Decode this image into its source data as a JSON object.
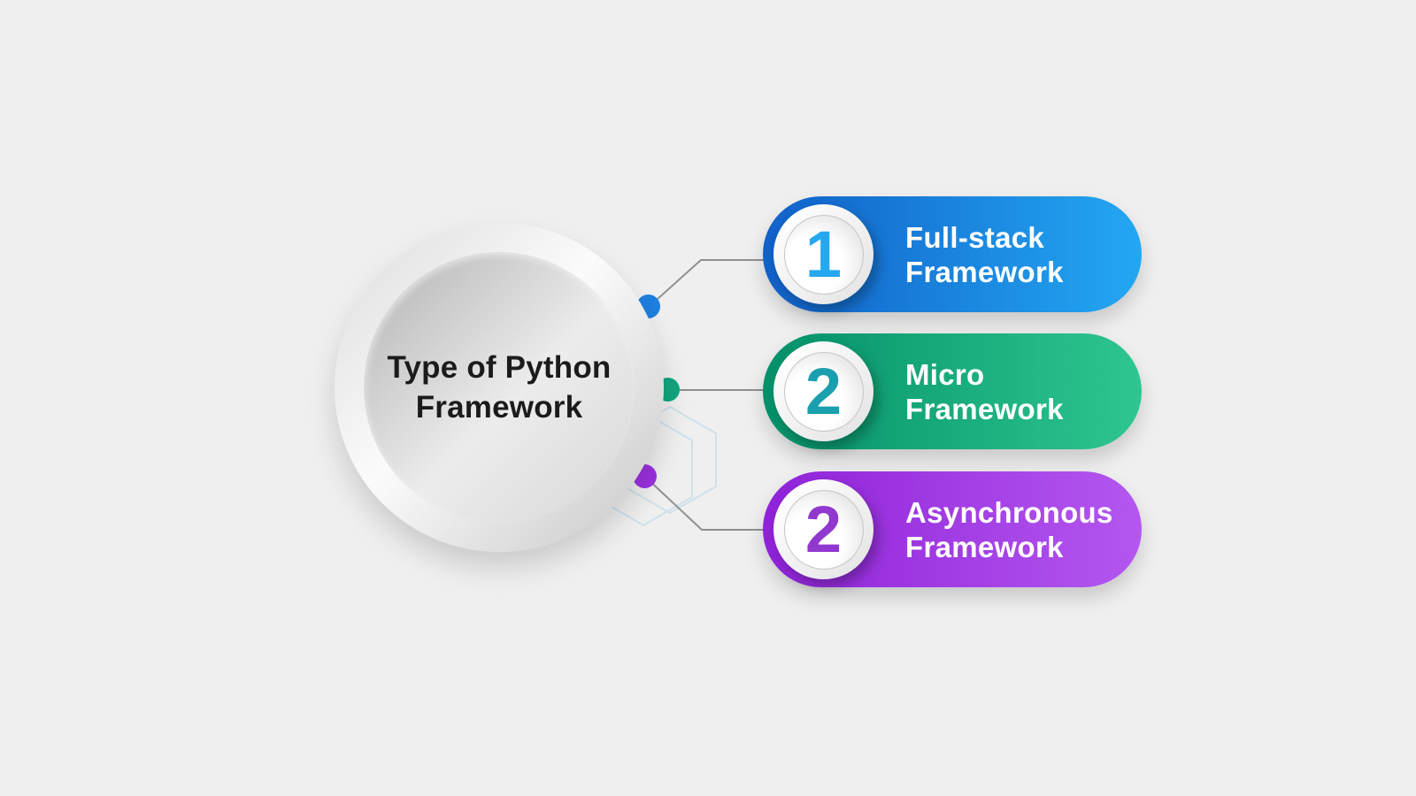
{
  "theme_css": {
    "--bg": "#efefef",
    "--title-color": "#1b1b1b",
    "--connector": "#8f8f8f",
    "--hex": "#cfe0ea",
    "--pill-text": "#ffffff"
  },
  "center": {
    "title_lines": [
      "Type of Python",
      "Framework"
    ]
  },
  "items": [
    {
      "number": "1",
      "label": [
        "Full-stack",
        "Framework"
      ],
      "css": {
        "--grad-start": "#1160c8",
        "--grad-end": "#23a7f2",
        "--num-color": "#25a8ef"
      },
      "dot_css": {
        "--dot-color": "#1e7fe0"
      }
    },
    {
      "number": "2",
      "label": [
        "Micro",
        "Framework"
      ],
      "css": {
        "--grad-start": "#049069",
        "--grad-end": "#2ec690",
        "--num-color": "#1b9fae"
      },
      "dot_css": {
        "--dot-color": "#12a57d"
      }
    },
    {
      "number": "2",
      "label": [
        "Asynchronous",
        "Framework"
      ],
      "css": {
        "--grad-start": "#8f22d9",
        "--grad-end": "#b457ef",
        "--num-color": "#9138cf"
      },
      "dot_css": {
        "--dot-color": "#9c30e0"
      }
    }
  ]
}
